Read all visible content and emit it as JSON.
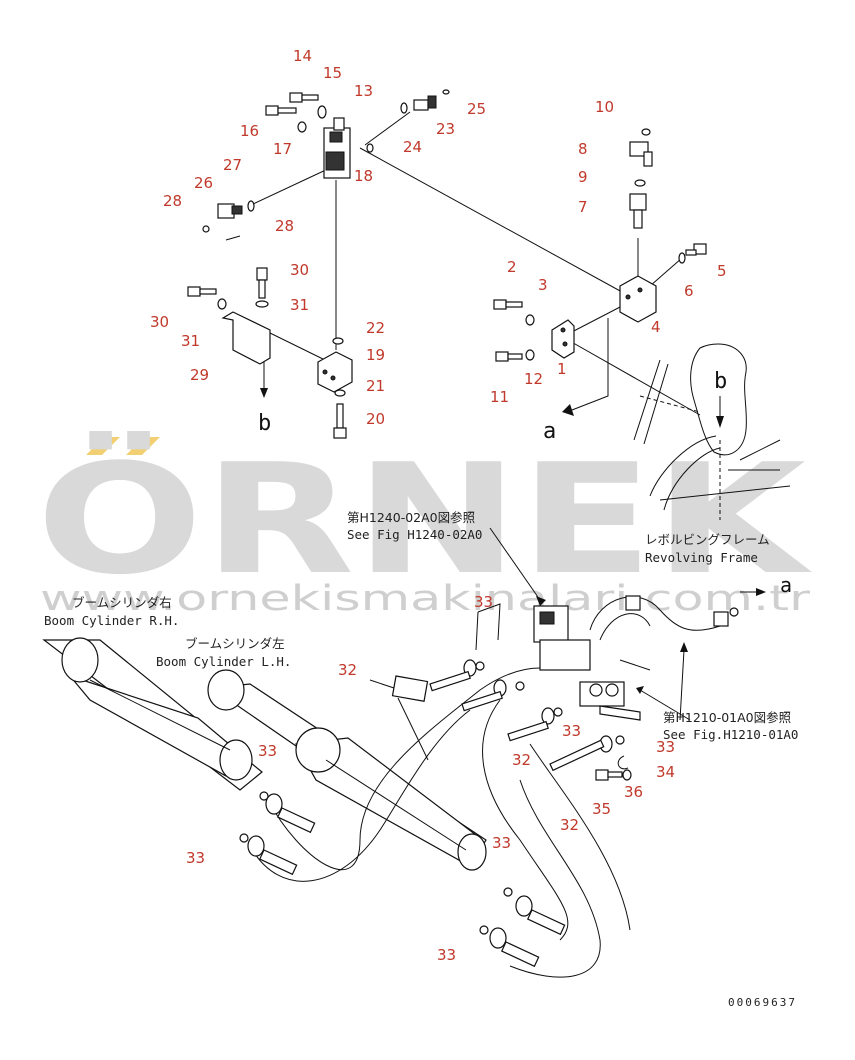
{
  "watermark": {
    "brand": "ÖRNEK",
    "site": "www.ornekismakinalari.com.tr"
  },
  "callouts": {
    "c1": "1",
    "c2": "2",
    "c3": "3",
    "c4": "4",
    "c5": "5",
    "c6": "6",
    "c7": "7",
    "c8": "8",
    "c9": "9",
    "c10": "10",
    "c11": "11",
    "c12": "12",
    "c13": "13",
    "c14": "14",
    "c15": "15",
    "c16": "16",
    "c17": "17",
    "c18": "18",
    "c19": "19",
    "c20": "20",
    "c21": "21",
    "c22": "22",
    "c23": "23",
    "c24": "24",
    "c25": "25",
    "c26": "26",
    "c27": "27",
    "c28": "28",
    "c29": "29",
    "c30": "30",
    "c31": "31",
    "c32": "32",
    "c33": "33",
    "c34": "34",
    "c35": "35",
    "c36": "36"
  },
  "view_labels": {
    "a": "a",
    "b": "b"
  },
  "references": {
    "fig_h1240_jp": "第H1240-02A0図参照",
    "fig_h1240_en": "See Fig H1240-02A0",
    "revolving_frame_jp": "レボルビングフレーム",
    "revolving_frame_en": "Revolving Frame",
    "boom_rh_jp": "ブームシリンダ右",
    "boom_rh_en": "Boom Cylinder R.H.",
    "boom_lh_jp": "ブームシリンダ左",
    "boom_lh_en": "Boom Cylinder L.H.",
    "fig_h1210_jp": "第H1210-01A0図参照",
    "fig_h1210_en": "See Fig.H1210-01A0"
  },
  "drawing_number": "00069637",
  "colors": {
    "callout": "#c0392b",
    "linework": "#111111",
    "watermark": "#d9d9d9",
    "watermark_accent": "#f2cf72"
  }
}
